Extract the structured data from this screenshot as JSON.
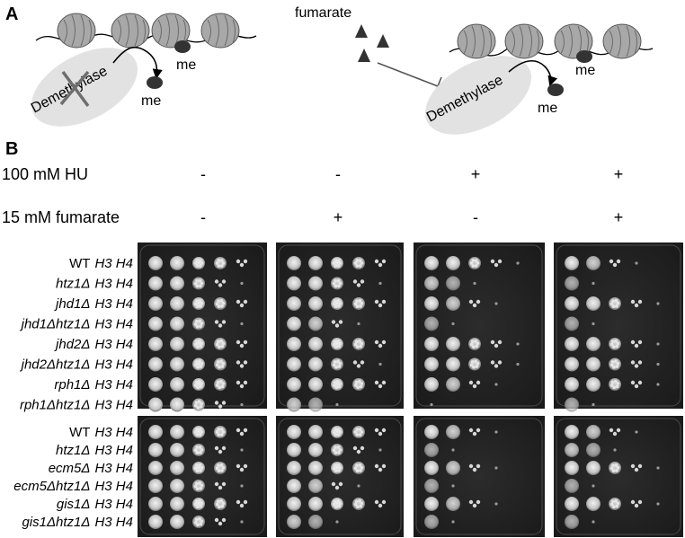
{
  "panel_a": {
    "letter": "A",
    "left": {
      "enzyme": "Demethylase",
      "mark_on_histone": "me",
      "released_mark": "me"
    },
    "right": {
      "inhibitor": "fumarate",
      "enzyme": "Demethylase",
      "mark_on_histone": "me",
      "released_mark": "me"
    }
  },
  "panel_b": {
    "letter": "B",
    "conditions": [
      {
        "label": "100 mM HU",
        "values": [
          "-",
          "-",
          "+",
          "+"
        ]
      },
      {
        "label": "15 mM fumarate",
        "values": [
          "-",
          "+",
          "-",
          "+"
        ]
      }
    ],
    "groups": [
      {
        "strains": [
          {
            "name": "WT",
            "suffix": "H3 H4",
            "growth": [
              5,
              5,
              4,
              3
            ]
          },
          {
            "name": "htz1Δ",
            "suffix": "H3 H4",
            "growth": [
              4,
              4,
              2,
              1
            ]
          },
          {
            "name": "jhd1Δ",
            "suffix": "H3 H4",
            "growth": [
              5,
              5,
              3,
              4
            ]
          },
          {
            "name": "jhd1Δhtz1Δ",
            "suffix": "H3 H4",
            "growth": [
              4,
              3,
              1,
              1
            ]
          },
          {
            "name": "jhd2Δ",
            "suffix": "H3 H4",
            "growth": [
              5,
              5,
              4,
              4
            ]
          },
          {
            "name": "jhd2Δhtz1Δ",
            "suffix": "H3 H4",
            "growth": [
              5,
              4,
              4,
              4
            ]
          },
          {
            "name": "rph1Δ",
            "suffix": "H3 H4",
            "growth": [
              5,
              5,
              3,
              4
            ]
          },
          {
            "name": "rph1Δhtz1Δ",
            "suffix": "H3 H4",
            "growth": [
              4,
              2,
              0,
              1
            ]
          }
        ]
      },
      {
        "strains": [
          {
            "name": "WT",
            "suffix": "H3 H4",
            "growth": [
              5,
              5,
              3,
              3
            ]
          },
          {
            "name": "htz1Δ",
            "suffix": "H3 H4",
            "growth": [
              4,
              4,
              1,
              2
            ]
          },
          {
            "name": "ecm5Δ",
            "suffix": "H3 H4",
            "growth": [
              5,
              5,
              3,
              4
            ]
          },
          {
            "name": "ecm5Δhtz1Δ",
            "suffix": "H3 H4",
            "growth": [
              4,
              3,
              1,
              1
            ]
          },
          {
            "name": "gis1Δ",
            "suffix": "H3 H4",
            "growth": [
              5,
              5,
              3,
              4
            ]
          },
          {
            "name": "gis1Δhtz1Δ",
            "suffix": "H3 H4",
            "growth": [
              4,
              2,
              1,
              1
            ]
          }
        ]
      }
    ]
  }
}
